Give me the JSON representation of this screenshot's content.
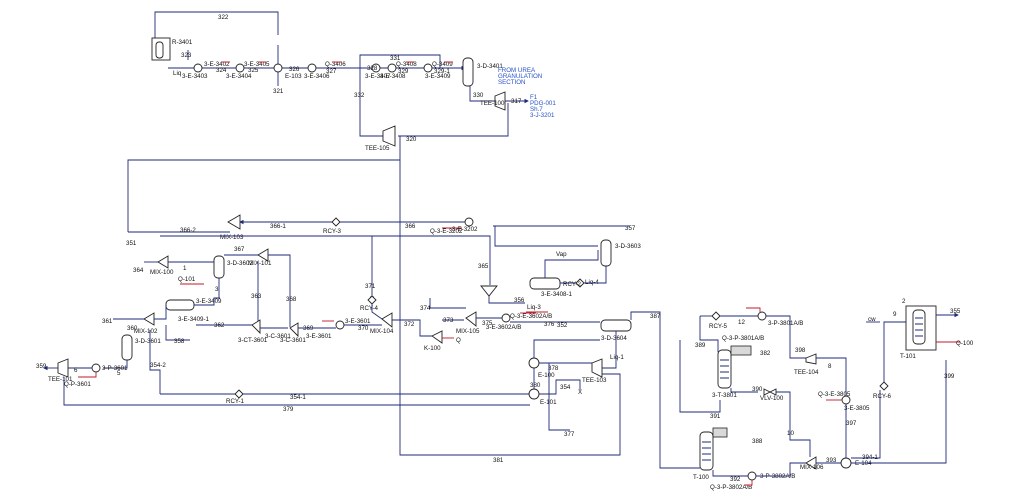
{
  "equipment": {
    "r3401": "R-3401",
    "e3403": "3-E-3403",
    "e3404": "3-E-3404",
    "e3402": "3-E-3402",
    "e3405": "3-E-3405",
    "e103": "E-103",
    "e3406": "3-E-3406",
    "q3406": "Q-3406",
    "e3407": "3-E-3407",
    "e3408": "3-E-3408",
    "q3408": "Q-3408",
    "e3409t": "3-E-3409",
    "q3409": "Q-3409",
    "d3401": "3-D-3401",
    "tee100": "TEE-100",
    "tee105": "TEE-105",
    "mix103": "MIX-103",
    "rcy3": "RCY-3",
    "q3e3202": "Q-3-E-3202",
    "e3202": "3-E-3202",
    "mix100": "MIX-100",
    "q101": "Q-101",
    "d3602": "3-D-3602",
    "mix101": "MIX-101",
    "e3409": "3-E-3409",
    "e34091": "3-E-3409-1",
    "mix102": "MIX-102",
    "d3601": "3-D-3601",
    "p3601": "3-P-3601",
    "qp3601": "Q-P-3601",
    "tee101": "TEE-101",
    "ct3601": "3-CT-3601",
    "c3601": "3-C-3601",
    "c36012": "3-C-3601",
    "e3601": "3-E-3601",
    "rcy4": "RCY-4",
    "mix104": "MIX-104",
    "rcy1": "RCY-1",
    "k100": "K-100",
    "q": "Q",
    "mix105": "MIX-105",
    "e3602": "3-E-3602A/B",
    "qe3602": "Q-3-E-3602A/B",
    "e34081": "3-E-3408-1",
    "rcy2": "RCY-2",
    "d3603": "3-D-3603",
    "d3604": "3-D-3604",
    "e100": "E-100",
    "e101": "E-101",
    "tee103": "TEE-103",
    "rcy5": "RCY-5",
    "q3p3801": "Q-3-P-3801A/B",
    "p3801": "3-P-3801A/B",
    "t3801": "3-T-3801",
    "vlv100": "VLV-100",
    "t100": "T-100",
    "q3p3802": "Q-3-P-3802A/B",
    "p3802": "3-P-3802A/B",
    "mix106": "MIX-106",
    "tee104": "TEE-104",
    "q3e3805": "Q-3-E-3805",
    "e3805": "3-E-3805",
    "e104": "E-104",
    "rcy6": "RCY-6",
    "t101": "T-101",
    "q100": "Q-100"
  },
  "streams": {
    "s322": "322",
    "s323": "323",
    "liq": "Liq",
    "s324": "324",
    "s325": "325",
    "s321": "321",
    "s326": "326",
    "s327": "327",
    "s328": "328",
    "s329": "329",
    "s3291": "329-1",
    "s331": "331",
    "s330": "330",
    "s317": "317",
    "s332": "332",
    "s320": "320",
    "s351": "351",
    "s3662": "366-2",
    "s3661": "366-1",
    "s366": "366",
    "s357": "357",
    "s364": "364",
    "s367": "367",
    "s3": "3",
    "s1": "1",
    "s363": "363",
    "s368": "368",
    "s371": "371",
    "s365": "365",
    "vap": "Vap",
    "liq4": "Liq-4",
    "s361": "361",
    "s360": "360",
    "s362": "362",
    "s358": "358",
    "s369": "369",
    "s370": "370",
    "s372": "372",
    "s374": "374",
    "s373": "373",
    "s375": "375",
    "s356": "356",
    "liq3": "Liq-3",
    "s376": "376",
    "s352": "352",
    "s387": "387",
    "liq1": "Liq-1",
    "s359": "359",
    "s6": "6",
    "s5": "5",
    "s3542": "354-2",
    "s378": "378",
    "s380": "380",
    "s354": "354",
    "x": "X",
    "s3541": "354-1",
    "s379": "379",
    "s377": "377",
    "s381": "381",
    "s12": "12",
    "s389": "389",
    "s382": "382",
    "s398": "398",
    "s8": "8",
    "s390": "390",
    "s391": "391",
    "s10": "10",
    "s388": "388",
    "s392": "392",
    "s393": "393",
    "s397": "397",
    "s3941": "394-1",
    "cw": "cw",
    "s355": "355",
    "s2": "2",
    "s399": "399",
    "s9": "9"
  },
  "note": {
    "line1": "FROM UREA",
    "line2": "GRANULATION",
    "line3": "SECTION",
    "ref1": "F1",
    "ref2": "PDG-001",
    "ref3": "Sh.7",
    "ref4": "3-J-3201"
  }
}
